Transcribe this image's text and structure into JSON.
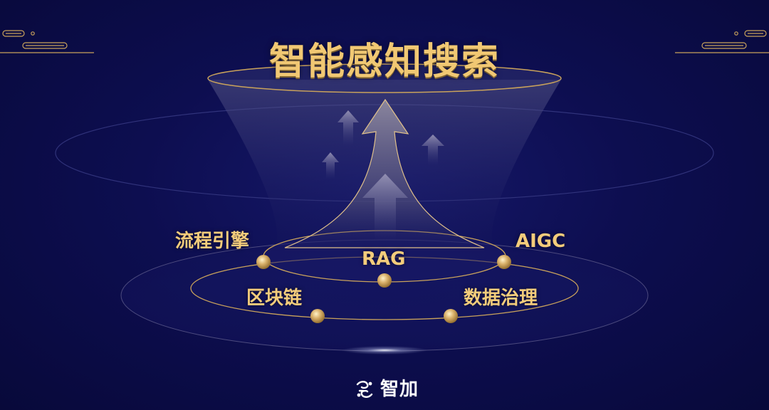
{
  "title": "智能感知搜索",
  "technologies": {
    "process_engine": "流程引擎",
    "aigc": "AIGC",
    "rag": "RAG",
    "blockchain": "区块链",
    "data_governance": "数据治理"
  },
  "brand": {
    "name": "智加"
  },
  "colors": {
    "background": "#0b0c46",
    "gold": "#f1c873",
    "ring_line": "#c9a25b"
  },
  "icons": {
    "brand_logo": "zhijia-logo-icon",
    "big_arrow": "upward-arrow-icon",
    "corner": "cloud-pattern-ornament-icon"
  }
}
